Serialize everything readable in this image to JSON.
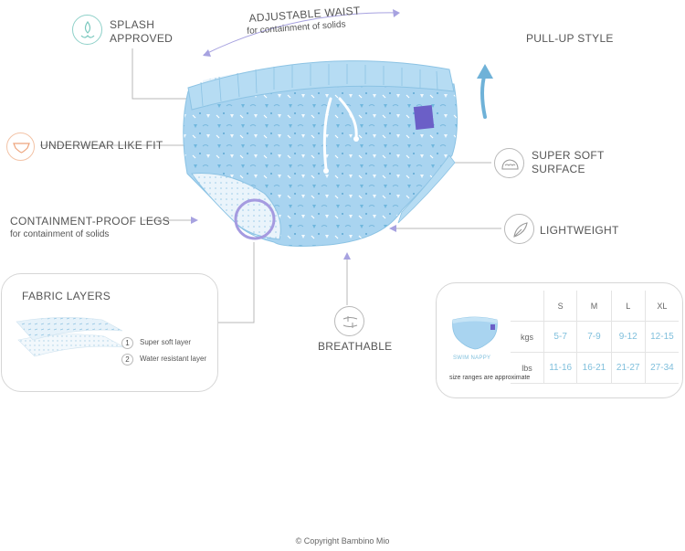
{
  "colors": {
    "fabric": "#a7d3ef",
    "fabric_dark": "#7fb8dc",
    "accent_purple": "#9aa0e3",
    "label_purple": "#6b5fc7",
    "arrow_blue": "#6fb2d8",
    "orange": "#f0b89a"
  },
  "labels": {
    "splash": [
      "SPLASH",
      "APPROVED"
    ],
    "waist_title": "ADJUSTABLE WAIST",
    "waist_sub": "for containment of solids",
    "pullup": "PULL-UP STYLE",
    "underwear": "UNDERWEAR LIKE FIT",
    "soft": [
      "SUPER SOFT",
      "SURFACE"
    ],
    "legs_title": "CONTAINMENT-PROOF LEGS",
    "legs_sub": "for containment of solids",
    "lightweight": "LIGHTWEIGHT",
    "breathable": "BREATHABLE"
  },
  "fabric_layers": {
    "title": "FABRIC LAYERS",
    "layers": [
      {
        "num": "1",
        "name": "Super soft layer"
      },
      {
        "num": "2",
        "name": "Water resistant layer"
      }
    ]
  },
  "size_chart": {
    "sizes": [
      "S",
      "M",
      "L",
      "XL"
    ],
    "product_label": "SWIM NAPPY",
    "rows": [
      {
        "unit": "kgs",
        "values": [
          "5-7",
          "7-9",
          "9-12",
          "12-15"
        ]
      },
      {
        "unit": "lbs",
        "values": [
          "11-16",
          "16-21",
          "21-27",
          "27-34"
        ]
      }
    ],
    "note": "size ranges are approximate"
  },
  "footer": "© Copyright Bambino Mio",
  "icons": [
    "splash-icon",
    "underwear-icon",
    "soft-surface-icon",
    "feather-icon",
    "breathable-icon",
    "pull-up-arrow-icon"
  ]
}
